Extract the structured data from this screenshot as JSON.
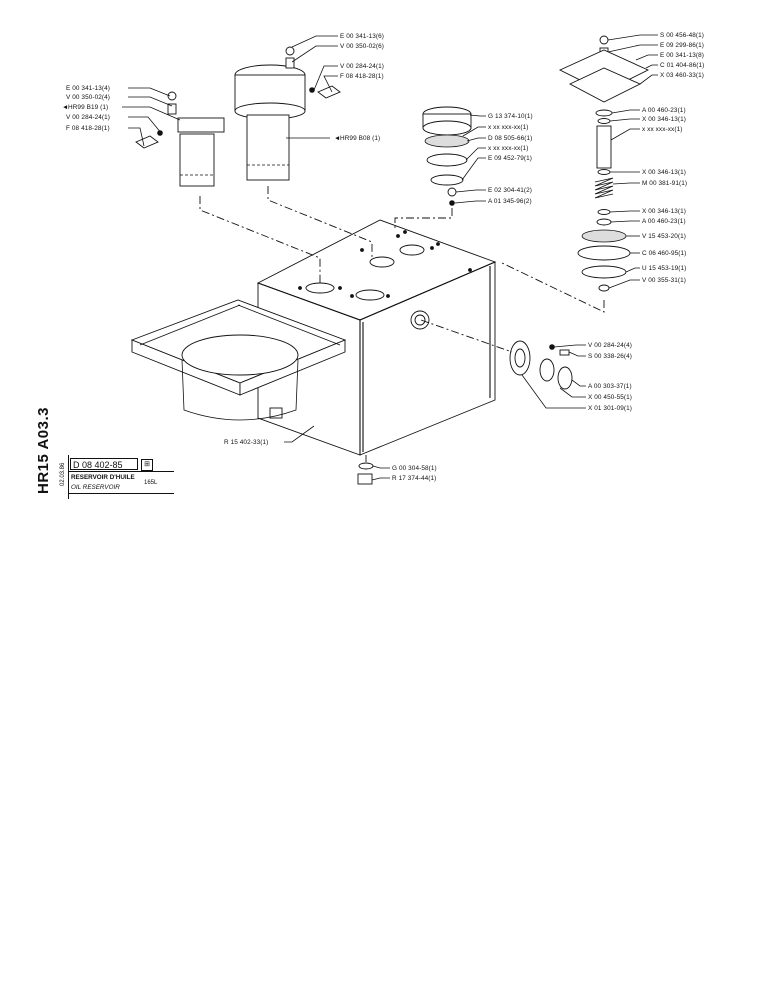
{
  "title_block": {
    "sheet_code": "HR15  A03.3",
    "date": "02.03.86",
    "drawing_number": "D 08 402-85",
    "icon_glyph": "⊞",
    "title_fr": "RESERVOIR D'HUILE",
    "title_en": "OIL RESERVOIR",
    "unit": "165L"
  },
  "callouts": {
    "c01": "E 00 341-13(6)",
    "c02": "V 00 350-02(6)",
    "c03": "V 00 284-24(1)",
    "c04": "F 08 418-28(1)",
    "c05": "E 00 341-13(4)",
    "c06": "V 00 350-02(4)",
    "c07": "HR99  B19 (1)",
    "c08": "V 00 284-24(1)",
    "c09": "F 08 418-28(1)",
    "c10": "HR99 B08 (1)",
    "c11": "G 13 374-10(1)",
    "c12": "x xx xxx-xx(1)",
    "c13": "D 08 505-66(1)",
    "c14": "x xx xxx-xx(1)",
    "c15": "E 09 452-79(1)",
    "c16": "E 02 304-41(2)",
    "c17": "A 01 345-96(2)",
    "c18": "S 00 456-48(1)",
    "c19": "E 09 299-86(1)",
    "c20": "E 00 341-13(8)",
    "c21": "C 01 404-86(1)",
    "c22": "X 03 460-33(1)",
    "c23": "A 00 460-23(1)",
    "c24": "X 00 346-13(1)",
    "c25": "x xx xxx-xx(1)",
    "c26": "X 00 346-13(1)",
    "c27": "M 00 381-91(1)",
    "c28": "X 00 346-13(1)",
    "c29": "A 00 460-23(1)",
    "c30": "V 15 453-20(1)",
    "c31": "C 06 460-95(1)",
    "c32": "U 15 453-19(1)",
    "c33": "V 00 355-31(1)",
    "c34": "V 00 284-24(4)",
    "c35": "S 00 338-26(4)",
    "c36": "A 00 303-37(1)",
    "c37": "X 00 450-55(1)",
    "c38": "X 01 301-09(1)",
    "c39": "R 15 402-33(1)",
    "c40": "G 00 304-58(1)",
    "c41": "R 17 374-44(1)"
  },
  "icons": {
    "ref_marker": "◄"
  }
}
